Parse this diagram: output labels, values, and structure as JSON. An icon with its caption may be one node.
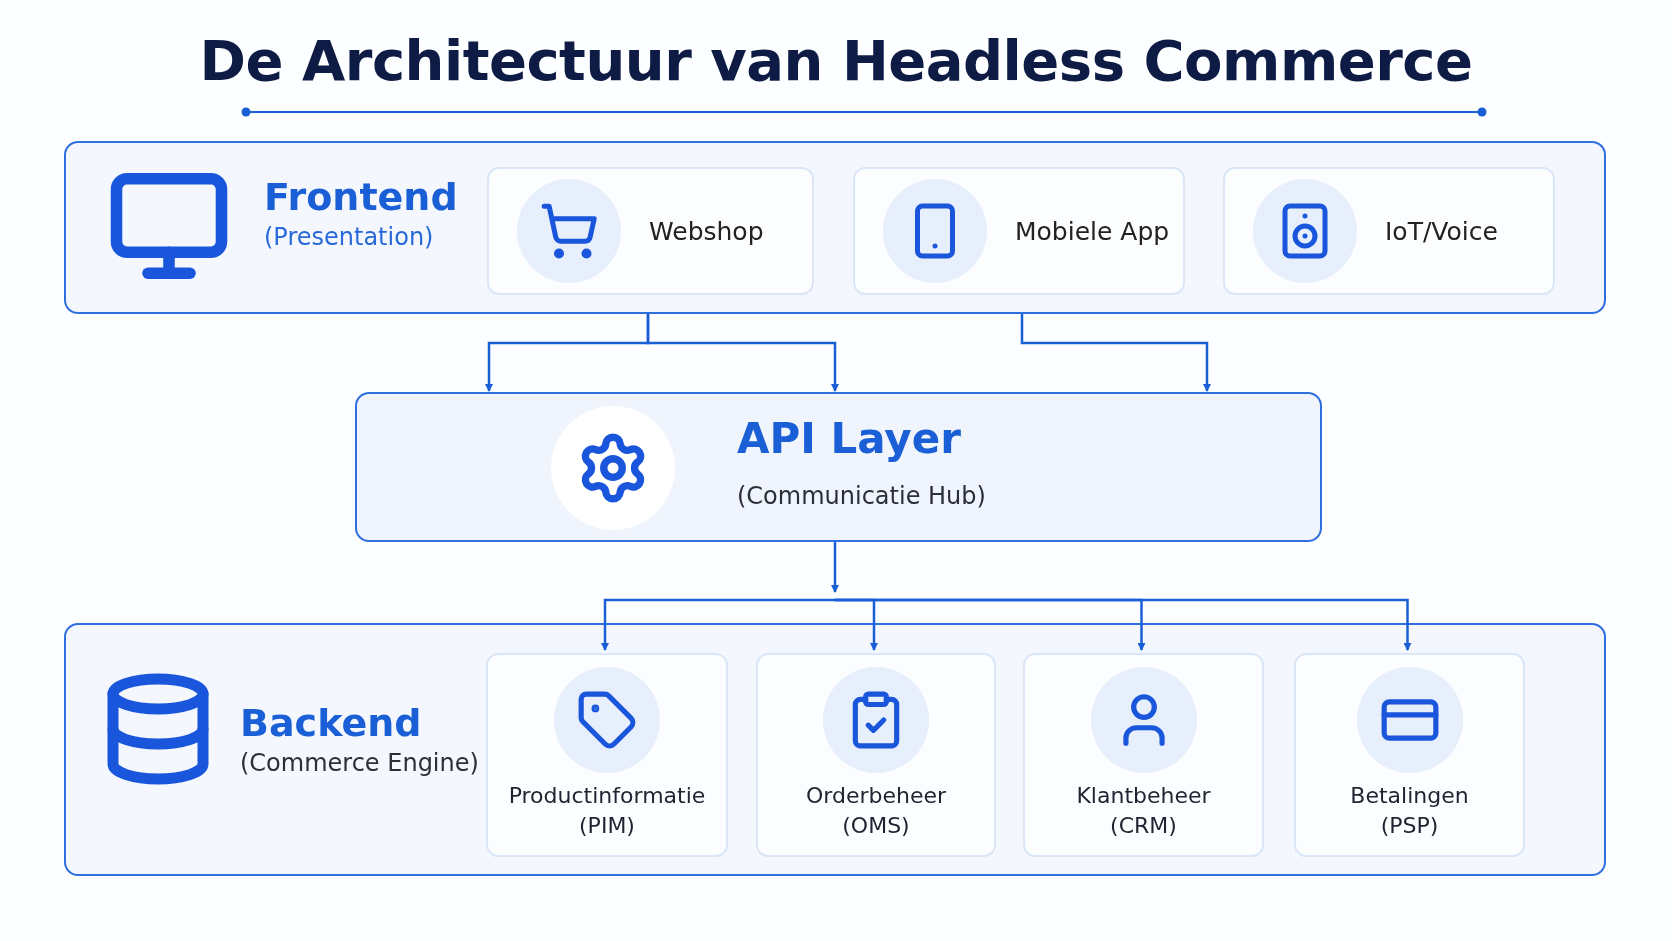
{
  "diagram": {
    "title": "De Architectuur van Headless Commerce",
    "nodes": [
      {
        "text": [
          "Frontend",
          "(Presentation)"
        ]
      },
      {
        "text": [
          "Webshop"
        ],
        "in": 0
      },
      {
        "text": [
          "Mobiele App"
        ],
        "in": 0
      },
      {
        "text": [
          "IoT/Voice"
        ],
        "in": 0
      },
      {
        "text": [
          "API Layer",
          "(Communicatie Hub)"
        ]
      },
      {
        "text": [
          "Backend",
          "(Commerce Engine)"
        ]
      },
      {
        "text": [
          "Productinformatie (PIM)"
        ],
        "in": 5
      },
      {
        "text": [
          "Orderbeheer (OMS)"
        ],
        "in": 5
      },
      {
        "text": [
          "Klantbeheer (CRM)"
        ],
        "in": 5
      },
      {
        "text": [
          "Betalingen (PSP)"
        ],
        "in": 5
      }
    ],
    "edges": [
      {
        "from": 0,
        "to": 4,
        "arrow": "to"
      },
      {
        "from": 0,
        "to": 4,
        "arrow": "to"
      },
      {
        "from": 0,
        "to": 4,
        "arrow": "to"
      },
      {
        "from": 4,
        "to": 6,
        "arrow": "to"
      },
      {
        "from": 4,
        "to": 7,
        "arrow": "to"
      },
      {
        "from": 4,
        "to": 8,
        "arrow": "to"
      },
      {
        "from": 4,
        "to": 9,
        "arrow": "to"
      }
    ]
  }
}
